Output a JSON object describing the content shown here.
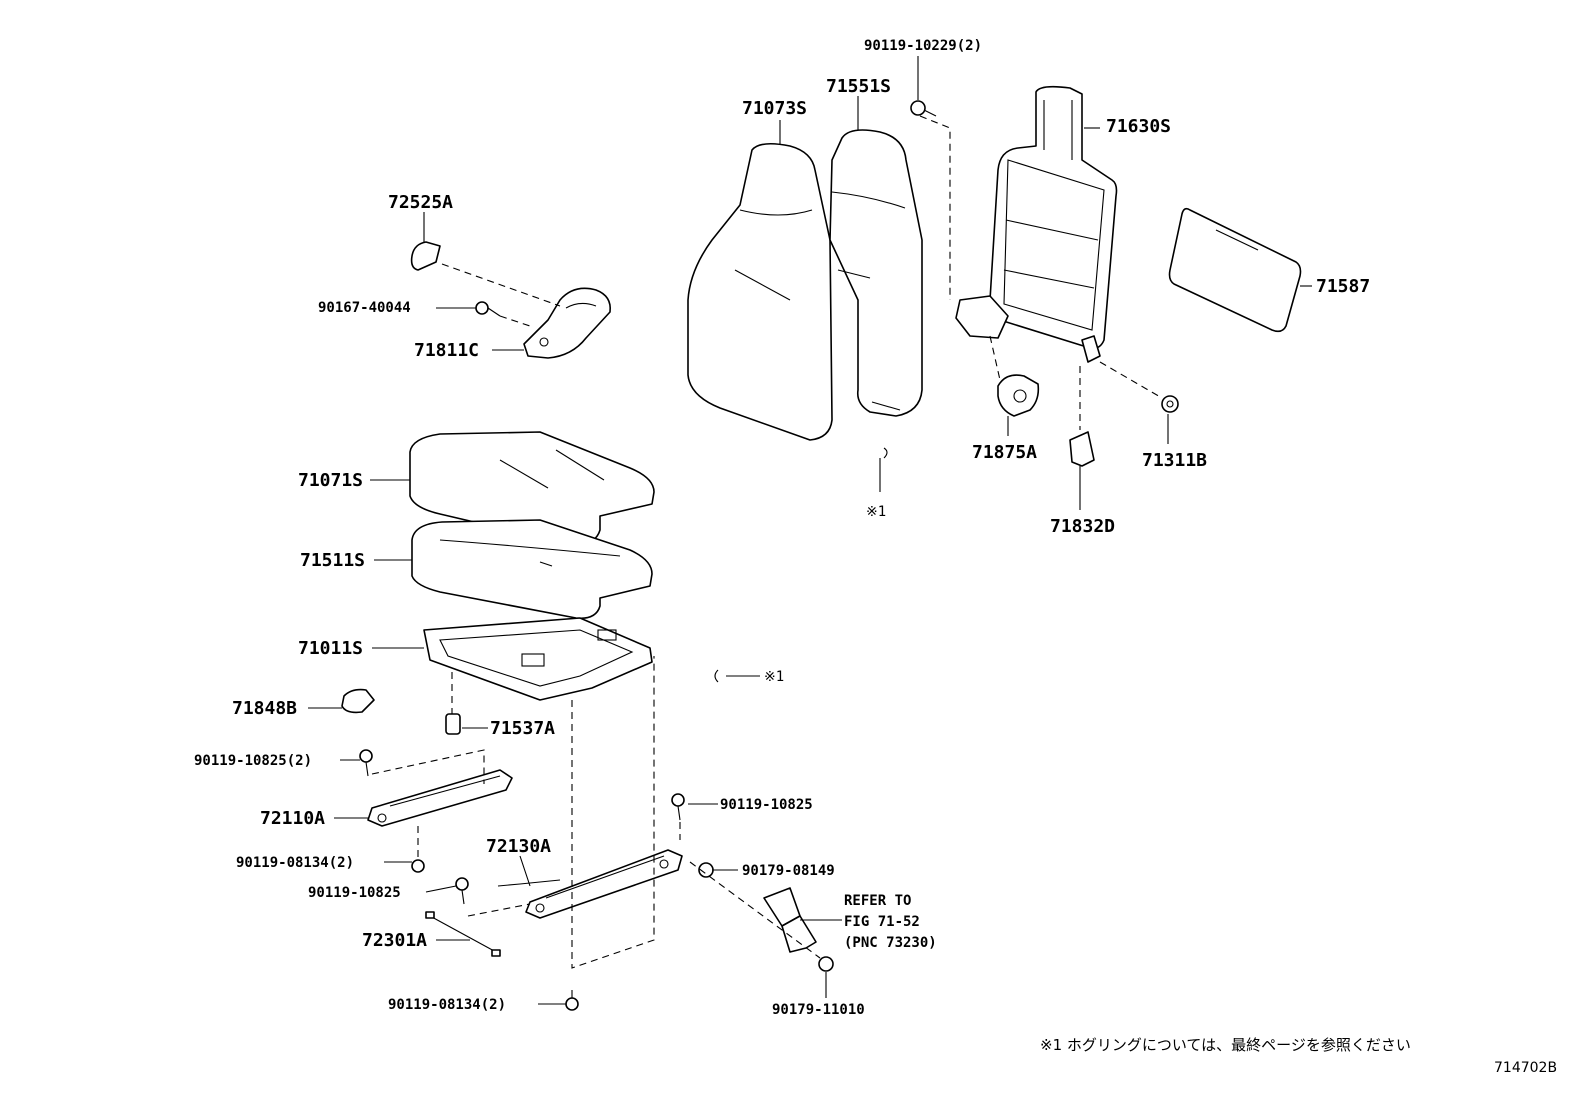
{
  "parts": {
    "p71073s": "71073S",
    "p71551s": "71551S",
    "p90119_10229": "90119-10229(2)",
    "p71630s": "71630S",
    "p71587": "71587",
    "p72525a": "72525A",
    "p90167_40044": "90167-40044",
    "p71811c": "71811C",
    "p71875a": "71875A",
    "p71311b": "71311B",
    "p71832d": "71832D",
    "p71071s": "71071S",
    "p71511s": "71511S",
    "p71011s": "71011S",
    "p71848b": "71848B",
    "p71537a": "71537A",
    "p90119_10825_2": "90119-10825(2)",
    "p72110a": "72110A",
    "p90119_08134_2a": "90119-08134(2)",
    "p72130a": "72130A",
    "p90119_10825_a": "90119-10825",
    "p90119_10825_b": "90119-10825",
    "p90179_08149": "90179-08149",
    "p72301a": "72301A",
    "p90119_08134_2b": "90119-08134(2)",
    "p90179_11010": "90179-11010"
  },
  "markers": {
    "mark1a": "※1",
    "mark1b": "※1"
  },
  "refer": {
    "line1": "REFER TO",
    "line2": "FIG 71-52",
    "line3": "(PNC 73230)"
  },
  "footnote": "※1 ホグリングについては、最終ページを参照ください",
  "figure_id": "714702B"
}
